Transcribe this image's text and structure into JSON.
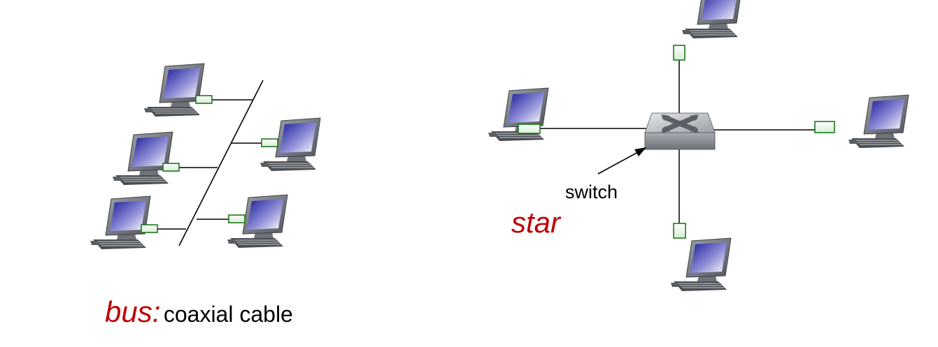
{
  "colors": {
    "accent": "#c00000",
    "text": "#000000",
    "cable": "#000000",
    "nic": "#1a7a1a",
    "screen": "#2a2ab0"
  },
  "bus": {
    "name": "bus:",
    "desc": "coaxial cable",
    "hosts": [
      "computer-icon",
      "computer-icon",
      "computer-icon",
      "computer-icon",
      "computer-icon"
    ]
  },
  "star": {
    "name": "star",
    "switch_label": "switch",
    "center_icon": "switch-icon",
    "hosts": [
      "computer-icon",
      "computer-icon",
      "computer-icon",
      "computer-icon"
    ]
  }
}
